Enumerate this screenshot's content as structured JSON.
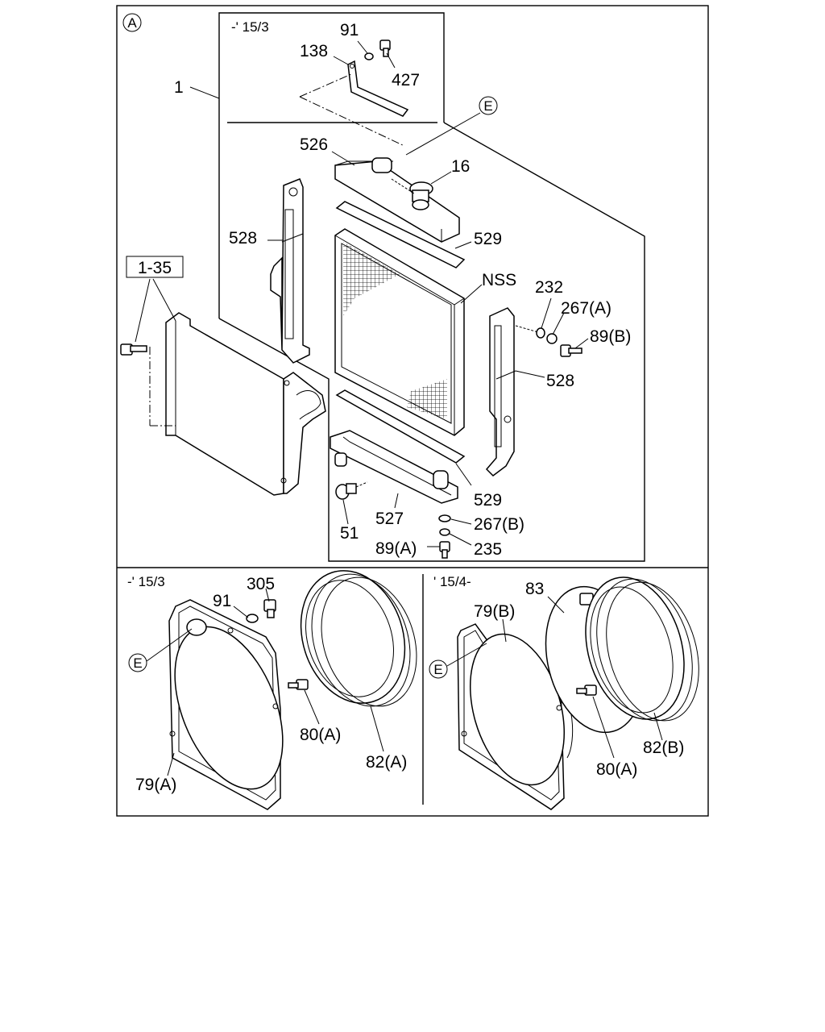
{
  "diagram": {
    "panel_marker": "A",
    "top": {
      "inset_period": "-' 15/3",
      "labels": {
        "l1": "1",
        "l91a": "91",
        "l138": "138",
        "l427": "427",
        "lE": "E",
        "l526": "526",
        "l16": "16",
        "l528a": "528",
        "l529a": "529",
        "l135": "1-35",
        "lNSS": "NSS",
        "l232": "232",
        "l267a": "267(A)",
        "l89b": "89(B)",
        "l528b": "528",
        "l529b": "529",
        "l527": "527",
        "l51": "51",
        "l267b": "267(B)",
        "l89a": "89(A)",
        "l235": "235"
      }
    },
    "bottom_left": {
      "period": "-' 15/3",
      "labels": {
        "l305": "305",
        "l91": "91",
        "lE": "E",
        "l80a": "80(A)",
        "l82a": "82(A)",
        "l79a": "79(A)"
      }
    },
    "bottom_right": {
      "period": "' 15/4-",
      "labels": {
        "l83": "83",
        "l79b": "79(B)",
        "lE": "E",
        "l80a": "80(A)",
        "l82b": "82(B)"
      }
    }
  }
}
